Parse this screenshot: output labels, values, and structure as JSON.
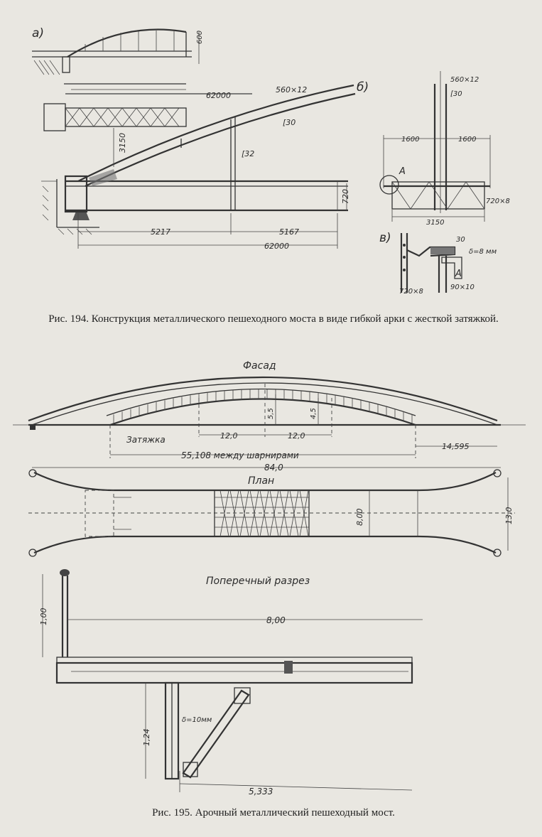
{
  "fig194": {
    "label_a": "а)",
    "label_b": "б)",
    "label_v": "в)",
    "dim_600": "600",
    "dim_62000_top": "62000",
    "dim_560x12_main": "560×12",
    "dim_C30_main": "[30",
    "dim_3150_vert": "3150",
    "dim_C32": "[32",
    "dim_720": "720",
    "dim_5217": "5217",
    "dim_5167": "5167",
    "dim_62000_bottom": "62000",
    "b_560x12": "560×12",
    "b_C30": "[30",
    "b_1600_left": "1600",
    "b_1600_right": "1600",
    "b_A": "А",
    "b_720x8": "720×8",
    "b_3150": "3150",
    "v_30": "30",
    "v_delta": "δ=8 мм",
    "v_A": "А",
    "v_720x8": "720×8",
    "v_90x10": "90×10",
    "caption": "Рис. 194. Конструкция металлического пешеходного моста в виде гибкой арки с жесткой затяжкой."
  },
  "fig195": {
    "facade_title": "Фасад",
    "dim_5_5": "5,5",
    "dim_4_5": "4,5",
    "dim_12_left": "12,0",
    "dim_12_right": "12,0",
    "tie_label": "Затяжка",
    "dim_14595": "14,595",
    "dim_55108": "55,108 между шарнирами",
    "dim_84": "84,0",
    "plan_title": "План",
    "dim_8_plan": "8,00",
    "dim_13": "13,0",
    "section_title": "Поперечный разрез",
    "dim_1_00": "1,00",
    "dim_8_section": "8,00",
    "dim_1_24": "1,24",
    "dim_delta10": "δ=10мм",
    "dim_5333": "5,333",
    "caption": "Рис. 195. Арочный металлический пешеходный мост."
  }
}
